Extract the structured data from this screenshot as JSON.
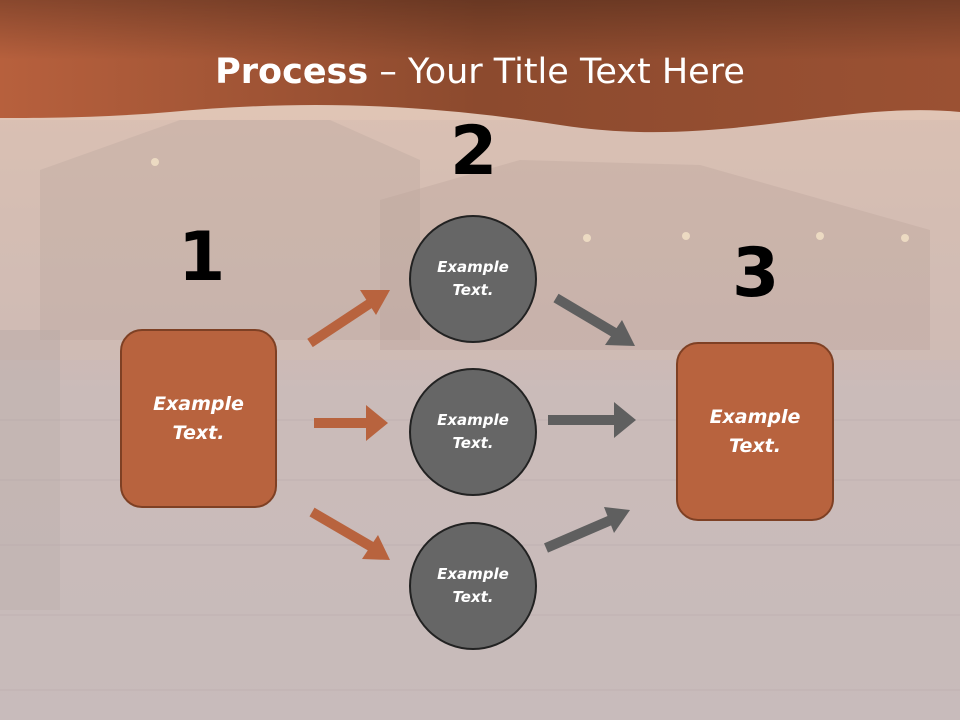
{
  "title": {
    "bold": "Process",
    "rest": " – Your Title Text Here"
  },
  "steps": [
    {
      "number": "1",
      "box_text": "Example\nText."
    },
    {
      "number": "2",
      "circles": [
        "Example\nText.",
        "Example\nText.",
        "Example\nText."
      ]
    },
    {
      "number": "3",
      "box_text": "Example\nText."
    }
  ],
  "colors": {
    "header": "#a9593a",
    "box_fill": "#b8633e",
    "circle_fill": "#666666",
    "arrow_orange": "#b8633e",
    "arrow_gray": "#5f5f5f"
  }
}
